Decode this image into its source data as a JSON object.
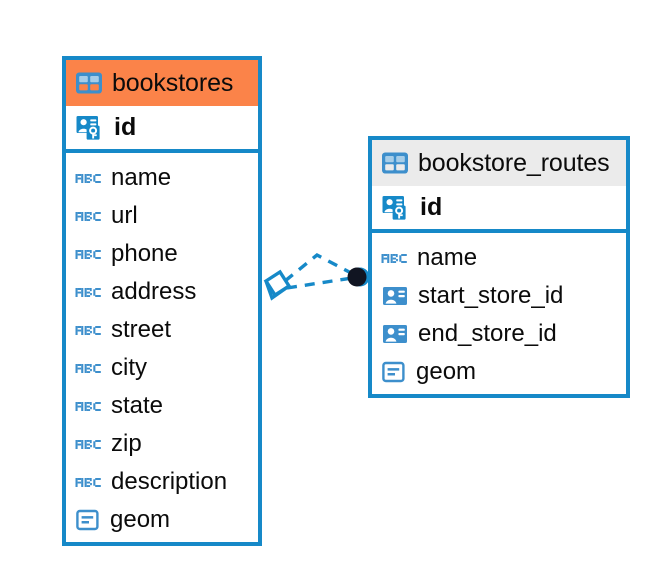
{
  "diagram": {
    "type": "entity-relationship-diagram",
    "background": "#ffffff",
    "accent_border": "#1689C8",
    "header_highlight_color": "#FB8349",
    "header_default_color": "#EBEBEB",
    "icon_blue": "#3D8FCC",
    "text_color": "#0B0B0B"
  },
  "tables": [
    {
      "name": "bookstores",
      "header_style": "orange",
      "table_icon": "table-icon",
      "primary_key": {
        "label": "id",
        "icon": "primary-key-icon"
      },
      "fields": [
        {
          "label": "name",
          "icon": "abc-text-icon"
        },
        {
          "label": "url",
          "icon": "abc-text-icon"
        },
        {
          "label": "phone",
          "icon": "abc-text-icon"
        },
        {
          "label": "address",
          "icon": "abc-text-icon"
        },
        {
          "label": "street",
          "icon": "abc-text-icon"
        },
        {
          "label": "city",
          "icon": "abc-text-icon"
        },
        {
          "label": "state",
          "icon": "abc-text-icon"
        },
        {
          "label": "zip",
          "icon": "abc-text-icon"
        },
        {
          "label": "description",
          "icon": "abc-text-icon"
        },
        {
          "label": "geom",
          "icon": "geometry-icon"
        }
      ]
    },
    {
      "name": "bookstore_routes",
      "header_style": "grey",
      "table_icon": "table-icon",
      "primary_key": {
        "label": "id",
        "icon": "primary-key-icon"
      },
      "fields": [
        {
          "label": "name",
          "icon": "abc-text-icon"
        },
        {
          "label": "start_store_id",
          "icon": "foreign-key-icon"
        },
        {
          "label": "end_store_id",
          "icon": "foreign-key-icon"
        },
        {
          "label": "geom",
          "icon": "geometry-icon"
        }
      ]
    }
  ],
  "relationship": {
    "from_table": "bookstores",
    "to_table": "bookstore_routes",
    "line_style": "dashed",
    "line_color": "#1689C8",
    "source_marker": "diamond-marker",
    "target_marker": "filled-circle-marker",
    "branches": 2
  }
}
